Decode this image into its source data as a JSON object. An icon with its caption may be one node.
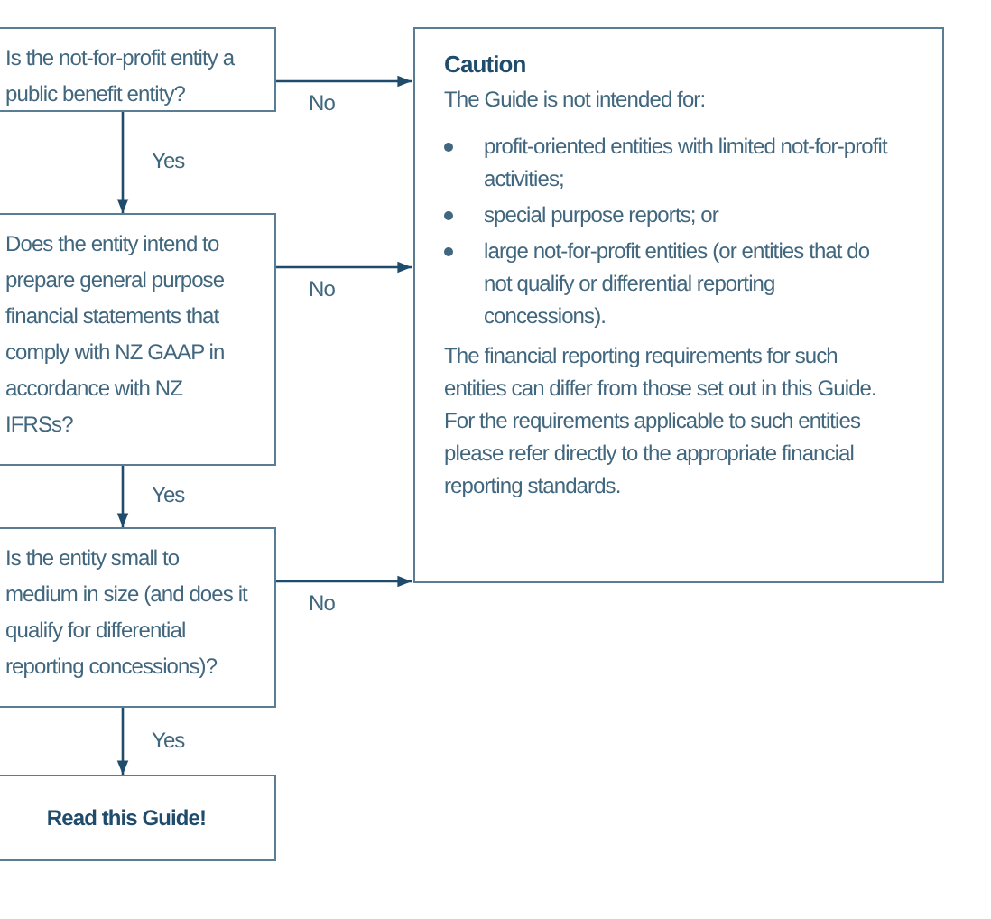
{
  "diagram": {
    "nodes": [
      {
        "text": [
          "Is the not-for-profit entity a public benefit entity?"
        ]
      },
      {
        "text": [
          "Does the entity intend to prepare general purpose financial statements that comply with NZ GAAP in accordance with NZ IFRSs?"
        ]
      },
      {
        "text": [
          "Is the entity small to medium in size (and does it qualify for differential reporting concessions)?"
        ]
      },
      {
        "text": [
          "Read this Guide!"
        ]
      },
      {
        "text": [
          "Caution",
          "The Guide is not intended for:",
          "profit-oriented entities with limited not-for-profit activities;",
          "special purpose reports; or",
          "large not-for-profit entities (or entities that do not qualify or differential reporting concessions).",
          "The financial reporting requirements for such entities can differ from those set out in this Guide. For the requirements applicable to such entities please refer directly to the appropriate financial reporting standards."
        ]
      }
    ],
    "edges": [
      {
        "from": 0,
        "to": 1,
        "arrow": "to",
        "label": "Yes"
      },
      {
        "from": 1,
        "to": 2,
        "arrow": "to",
        "label": "Yes"
      },
      {
        "from": 2,
        "to": 3,
        "arrow": "to",
        "label": "Yes"
      },
      {
        "from": 0,
        "to": 4,
        "arrow": "to",
        "label": "No"
      },
      {
        "from": 1,
        "to": 4,
        "arrow": "to",
        "label": "No"
      },
      {
        "from": 2,
        "to": 4,
        "arrow": "to",
        "label": "No"
      }
    ]
  }
}
